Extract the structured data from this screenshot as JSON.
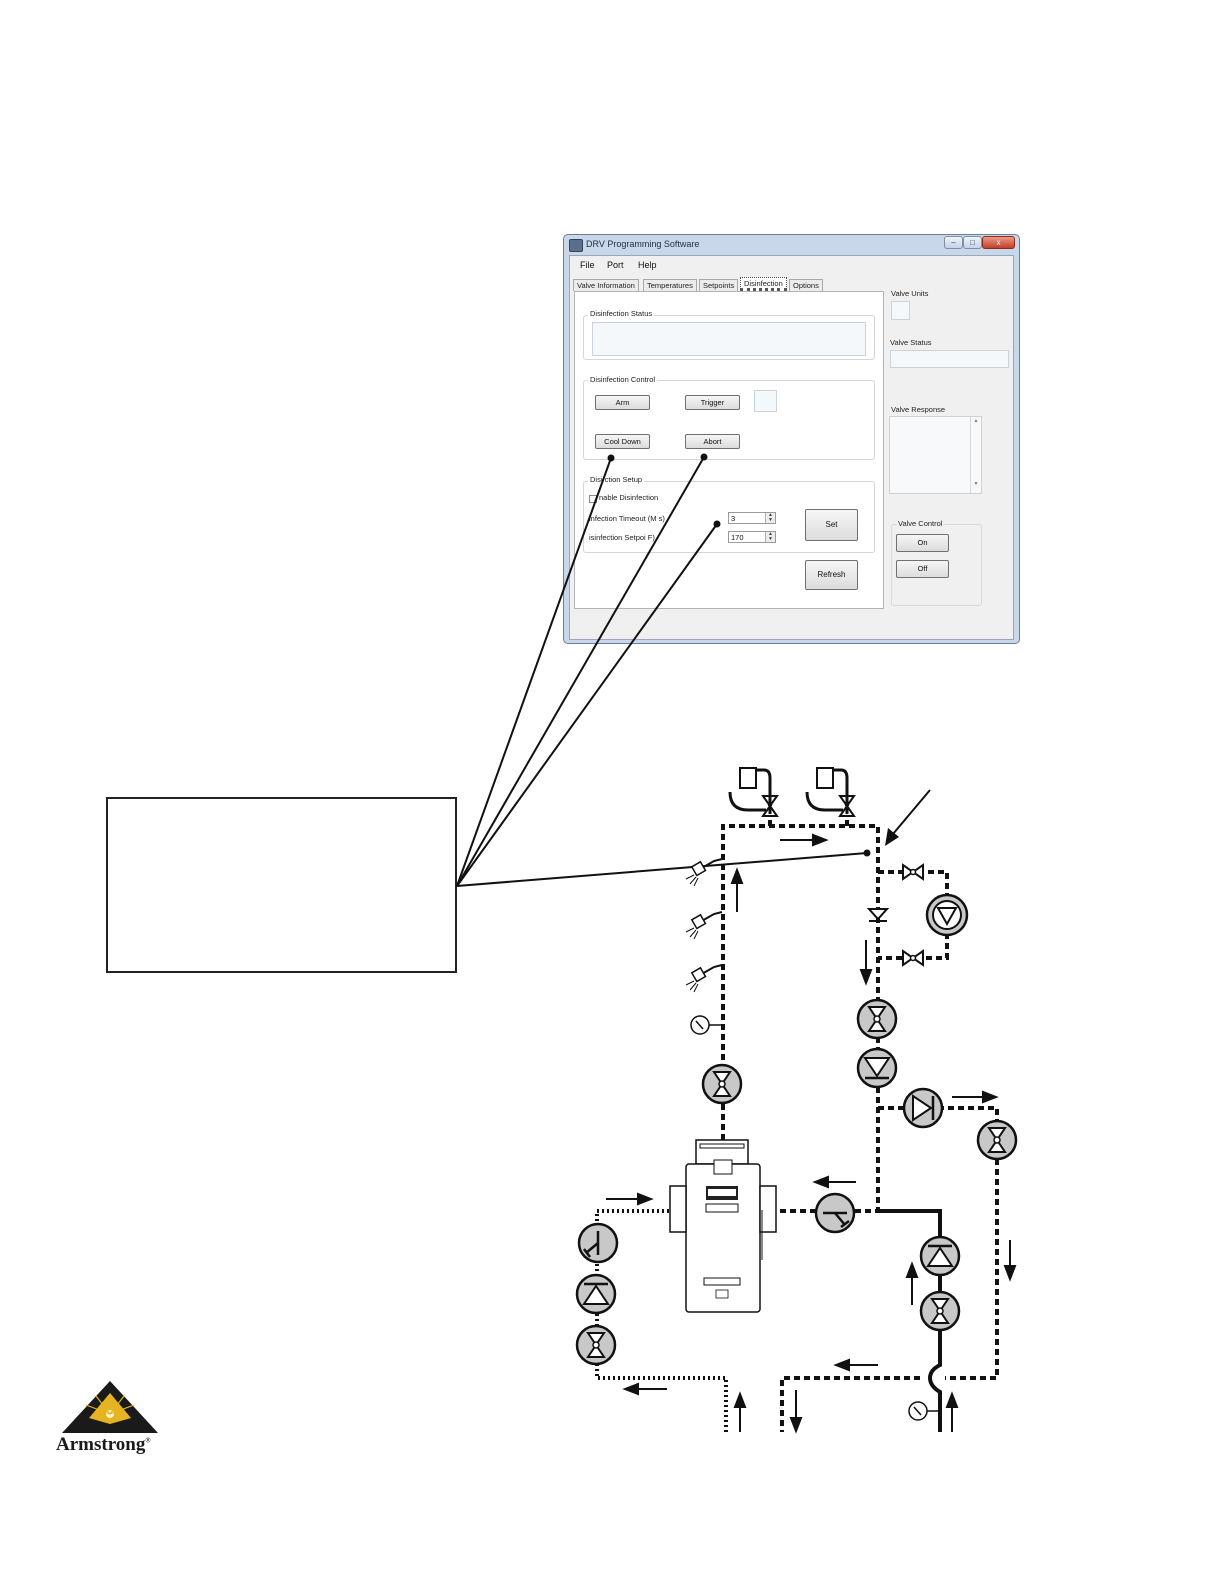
{
  "window": {
    "title": "DRV Programming Software",
    "controls": {
      "minimize": "–",
      "maximize": "□",
      "close": "x"
    }
  },
  "menu": [
    "File",
    "Port",
    "Help"
  ],
  "tabs": [
    {
      "label": "Valve Information",
      "active": false
    },
    {
      "label": "Temperatures",
      "active": false
    },
    {
      "label": "Setpoints",
      "active": false
    },
    {
      "label": "Disinfection",
      "active": true
    },
    {
      "label": "Options",
      "active": false
    }
  ],
  "disinfection_status": {
    "label": "Disinfection Status"
  },
  "disinfection_control": {
    "label": "Disinfection Control",
    "arm": "Arm",
    "trigger": "Trigger",
    "cool_down": "Cool Down",
    "abort": "Abort"
  },
  "disinfection_setup": {
    "label": "Disi  ction Setup",
    "enable_label": "nable Disinfection",
    "timeout_label": "infection Timeout (M  s)",
    "timeout_value": "3",
    "setpoint_label": "isinfection Setpoi     F)",
    "setpoint_value": "170",
    "set_button": "Set",
    "refresh_button": "Refresh"
  },
  "side": {
    "valve_units": "Valve Units",
    "valve_status": "Valve Status",
    "valve_response": "Valve Response",
    "valve_control": {
      "label": "Valve Control",
      "on": "On",
      "off": "Off"
    }
  },
  "brand": {
    "name": "Armstrong",
    "mark": "®"
  },
  "colors": {
    "window_frame": "#c8d7ea",
    "close_button": "#c2402a",
    "component_fill": "#c8c8c8",
    "pipe": "#111111",
    "logo_gold": "#e6b422"
  }
}
